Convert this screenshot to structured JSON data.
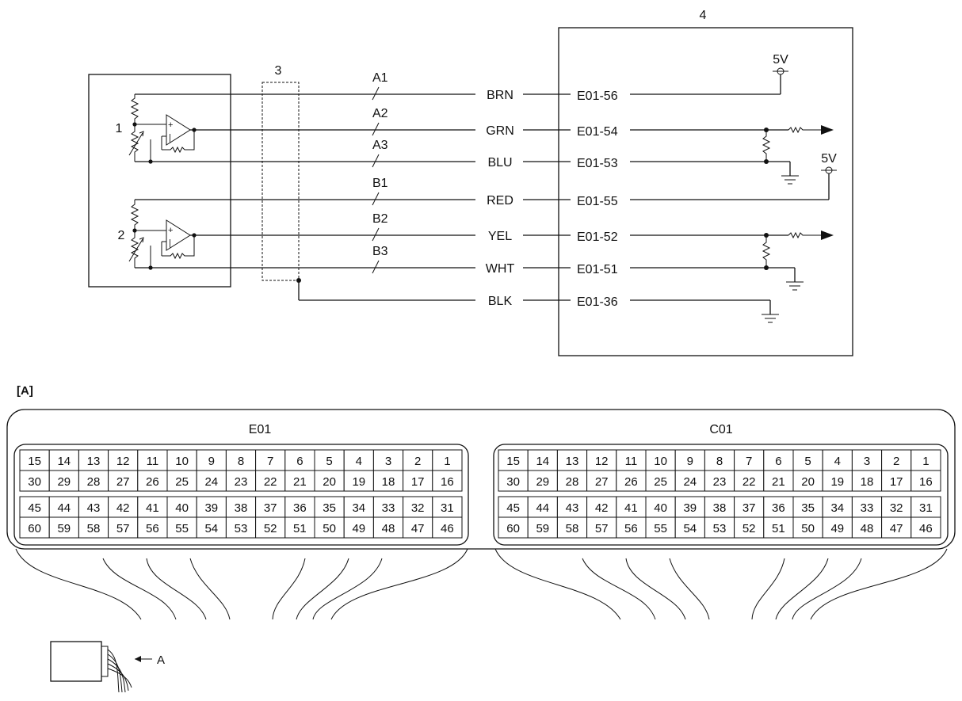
{
  "components": {
    "sensor_1": "1",
    "sensor_2": "2",
    "shield": "3",
    "ecm": "4"
  },
  "supply": {
    "label_top": "5V",
    "label_mid": "5V"
  },
  "wires": [
    {
      "tag": "A1",
      "color": "BRN",
      "pin": "E01-56"
    },
    {
      "tag": "A2",
      "color": "GRN",
      "pin": "E01-54"
    },
    {
      "tag": "A3",
      "color": "BLU",
      "pin": "E01-53"
    },
    {
      "tag": "B1",
      "color": "RED",
      "pin": "E01-55"
    },
    {
      "tag": "B2",
      "color": "YEL",
      "pin": "E01-52"
    },
    {
      "tag": "B3",
      "color": "WHT",
      "pin": "E01-51"
    },
    {
      "tag": "",
      "color": "BLK",
      "pin": "E01-36"
    }
  ],
  "connector_view": {
    "label": "[A]",
    "left": {
      "name": "E01"
    },
    "right": {
      "name": "C01"
    },
    "rows": [
      [
        "15",
        "14",
        "13",
        "12",
        "11",
        "10",
        "9",
        "8",
        "7",
        "6",
        "5",
        "4",
        "3",
        "2",
        "1"
      ],
      [
        "30",
        "29",
        "28",
        "27",
        "26",
        "25",
        "24",
        "23",
        "22",
        "21",
        "20",
        "19",
        "18",
        "17",
        "16"
      ],
      [
        "45",
        "44",
        "43",
        "42",
        "41",
        "40",
        "39",
        "38",
        "37",
        "36",
        "35",
        "34",
        "33",
        "32",
        "31"
      ],
      [
        "60",
        "59",
        "58",
        "57",
        "56",
        "55",
        "54",
        "53",
        "52",
        "51",
        "50",
        "49",
        "48",
        "47",
        "46"
      ]
    ],
    "arrow_label": "A"
  }
}
